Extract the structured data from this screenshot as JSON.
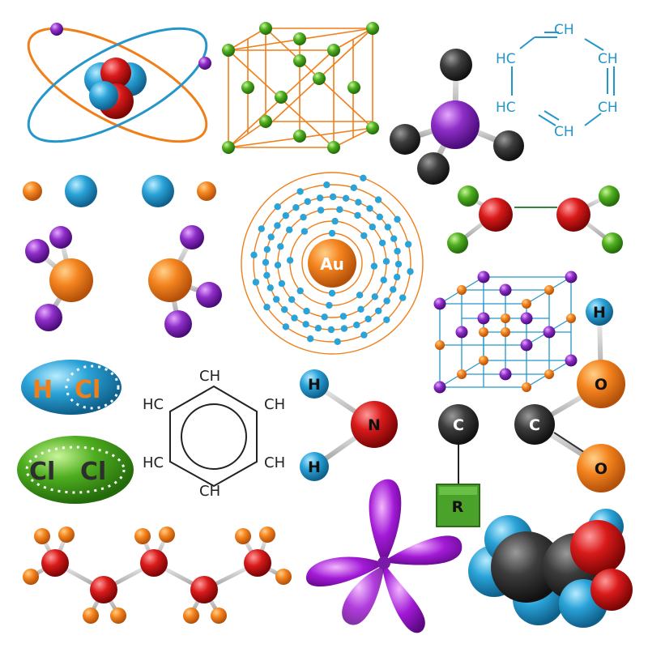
{
  "gold_atom": {
    "symbol": "Au"
  },
  "hexagon_top": {
    "labels": [
      "CH",
      "CH",
      "CH",
      "HC",
      "HC",
      "CH"
    ]
  },
  "benzene": {
    "labels": [
      "CH",
      "CH",
      "CH",
      "CH",
      "HC",
      "HC"
    ]
  },
  "hcl": {
    "h": "H",
    "cl": "Cl"
  },
  "chlorine": {
    "left": "Cl",
    "right": "Cl"
  },
  "amino_acid": {
    "h_top": "H",
    "h_bottom": "H",
    "n": "N",
    "c_alpha": "C",
    "c_carboxyl": "C",
    "o_top": "O",
    "o_bottom": "O",
    "h_oh": "H",
    "r": "R"
  },
  "colors": {
    "orange": "#f07f1a",
    "blue": "#2aa3d8",
    "purple": "#8e2ec8",
    "green": "#4fae1f",
    "red": "#d91a1a",
    "dark": "#3c3c3c",
    "cyan_line": "#2596c9"
  },
  "icons": [
    "atom-orbit-icon",
    "crystal-lattice-icon",
    "hexagon-structure-icon",
    "tetrahedral-molecule-icon",
    "acetylene-molecule-icon",
    "gold-atom-icon",
    "ethylene-molecule-icon",
    "ethane-molecule-icon",
    "cubic-lattice-icon",
    "hcl-molecule-icon",
    "chlorine-molecule-icon",
    "benzene-ring-icon",
    "amino-acid-icon",
    "carbon-chain-icon",
    "orbital-lobes-icon",
    "space-filling-molecule-icon"
  ]
}
